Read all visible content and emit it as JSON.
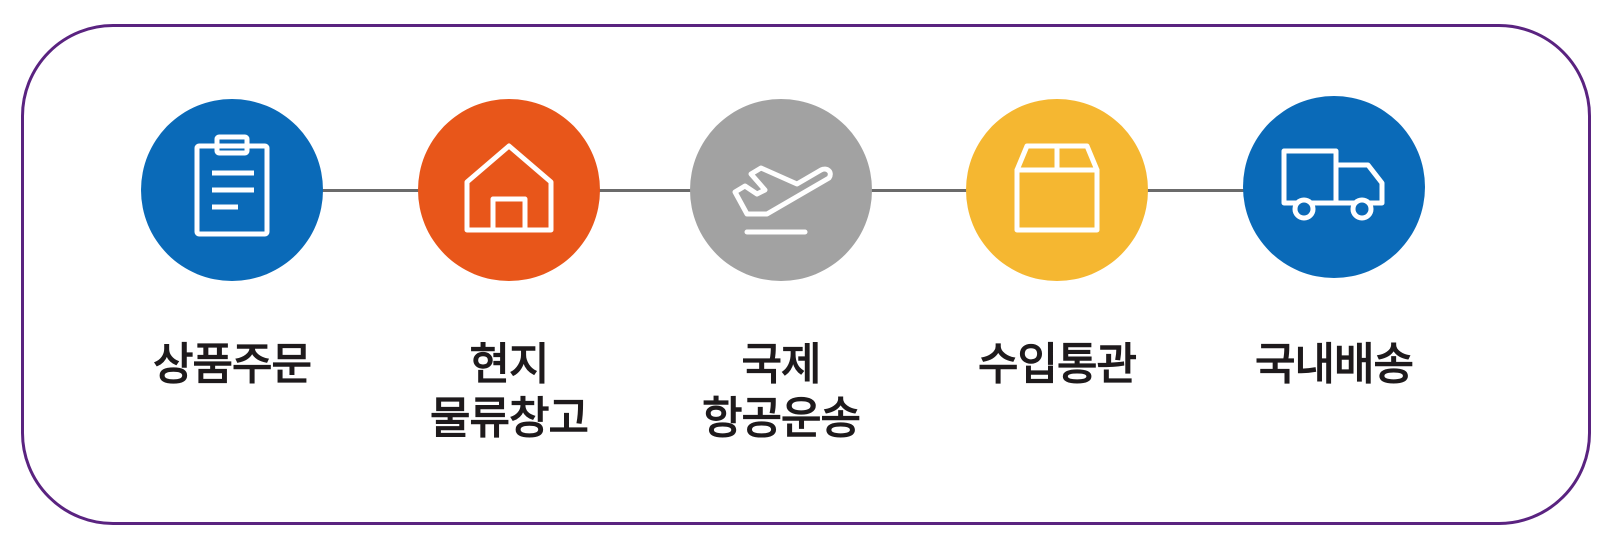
{
  "colors": {
    "frame_border": "#5a2380",
    "connector": "#6b6b6b",
    "label_text": "#1e1a1c",
    "icon_stroke": "#ffffff"
  },
  "steps": [
    {
      "label_lines": [
        "상품주문",
        ""
      ],
      "icon": "clipboard-icon",
      "color": "#0a6ab8"
    },
    {
      "label_lines": [
        "현지",
        "물류창고"
      ],
      "icon": "warehouse-icon",
      "color": "#e8561a"
    },
    {
      "label_lines": [
        "국제",
        "항공운송"
      ],
      "icon": "airplane-takeoff-icon",
      "color": "#a2a2a2"
    },
    {
      "label_lines": [
        "수입통관",
        ""
      ],
      "icon": "package-box-icon",
      "color": "#f5b731"
    },
    {
      "label_lines": [
        "국내배송",
        ""
      ],
      "icon": "delivery-truck-icon",
      "color": "#0a6ab8"
    }
  ]
}
